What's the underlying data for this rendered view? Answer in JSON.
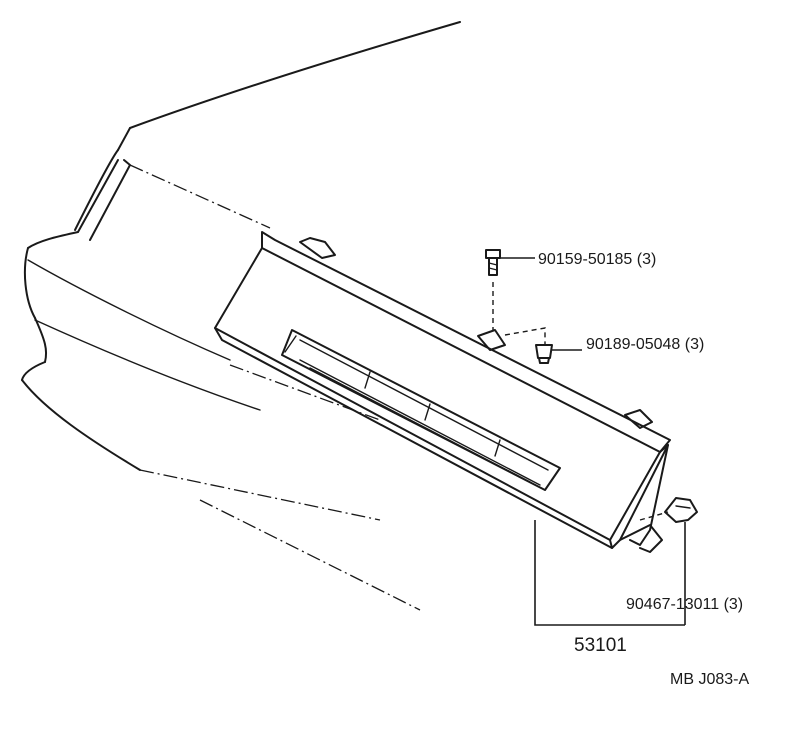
{
  "callouts": {
    "bolt": "90159-50185 (3)",
    "nut": "90189-05048 (3)",
    "clip": "90467-13011 (3)",
    "assembly": "53101"
  },
  "figure_code": "MB  J083-A"
}
